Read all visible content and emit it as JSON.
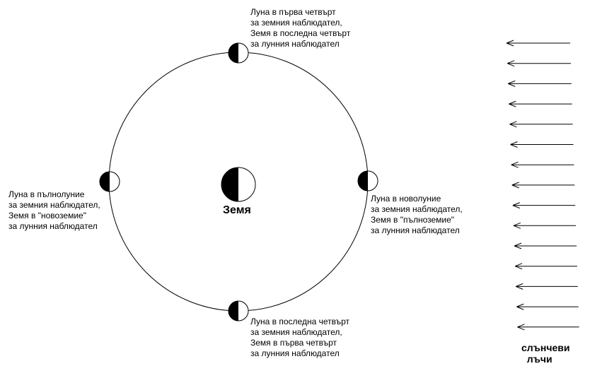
{
  "earth": {
    "label": "Земя"
  },
  "moon_positions": [
    {
      "id": "top",
      "text": "Луна в първа четвърт\nза земния наблюдател,\nЗемя в последна четвърт\nза лунния наблюдател"
    },
    {
      "id": "left",
      "text": "Луна в пълнолуние\nза земния наблюдател,\nЗемя в \"новоземие\"\nза лунния наблюдател"
    },
    {
      "id": "right",
      "text": "Луна в новолуние\nза земния наблюдател,\nЗемя в \"пълноземие\"\nза лунния наблюдател"
    },
    {
      "id": "bottom",
      "text": "Луна в последна четвърт\nза земния наблюдател,\nЗемя в първа четвърт\nза лунния наблюдател"
    }
  ],
  "sun_rays": {
    "label": "слънчеви\n  лъчи",
    "count": 15
  },
  "colors": {
    "ink": "#000000",
    "paper": "#ffffff"
  }
}
